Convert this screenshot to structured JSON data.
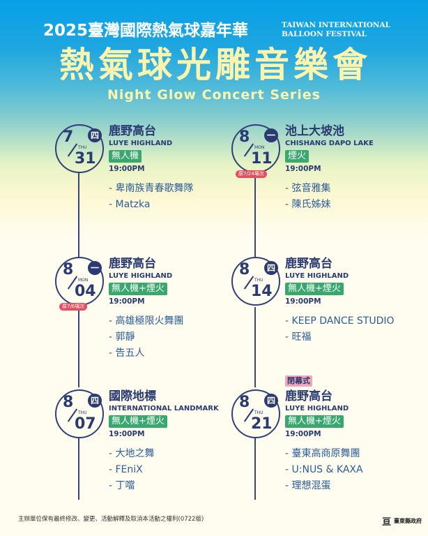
{
  "header": {
    "title_zh": "2025臺灣國際熱氣球嘉年華",
    "title_en_line1": "TAIWAN INTERNATIONAL",
    "title_en_line2": "BALLOON FESTIVAL",
    "main_title": "熱氣球光雕音樂會",
    "subtitle": "Night Glow Concert Series"
  },
  "events": [
    {
      "month": "7",
      "day": "31",
      "weekday_en": "THU",
      "weekday_zh": "四",
      "original_note": "",
      "closing_tag": "",
      "venue": "鹿野高台",
      "venue_en": "LUYE HIGHLAND",
      "show_type": "無人機",
      "time": "19:00PM",
      "performers": [
        "- 卑南族青春歌舞隊",
        "- Matzka"
      ]
    },
    {
      "month": "8",
      "day": "04",
      "weekday_en": "MON",
      "weekday_zh": "一",
      "original_note": "原7/6場次",
      "closing_tag": "",
      "venue": "鹿野高台",
      "venue_en": "LUYE HIGHLAND",
      "show_type": "無人機+煙火",
      "time": "19:00PM",
      "performers": [
        "- 高雄極限火舞團",
        "- 郭靜",
        "- 告五人"
      ]
    },
    {
      "month": "8",
      "day": "07",
      "weekday_en": "THU",
      "weekday_zh": "四",
      "original_note": "",
      "closing_tag": "",
      "venue": "國際地標",
      "venue_en": "INTERNATIONAL LANDMARK",
      "show_type": "無人機+煙火",
      "time": "19:00PM",
      "performers": [
        "- 大地之舞",
        "- FEniX",
        "- 丁噹"
      ]
    },
    {
      "month": "8",
      "day": "11",
      "weekday_en": "MON",
      "weekday_zh": "一",
      "original_note": "原7/24場次",
      "closing_tag": "",
      "venue": "池上大坡池",
      "venue_en": "CHISHANG DAPO LAKE",
      "show_type": "煙火",
      "time": "19:00PM",
      "performers": [
        "- 弦音雅集",
        "- 陳氏姊妹"
      ]
    },
    {
      "month": "8",
      "day": "14",
      "weekday_en": "THU",
      "weekday_zh": "四",
      "original_note": "",
      "closing_tag": "",
      "venue": "鹿野高台",
      "venue_en": "LUYE HIGHLAND",
      "show_type": "無人機+煙火",
      "time": "19:00PM",
      "performers": [
        "- KEEP DANCE STUDIO",
        "- 旺福"
      ]
    },
    {
      "month": "8",
      "day": "21",
      "weekday_en": "THU",
      "weekday_zh": "四",
      "original_note": "",
      "closing_tag": "閉幕式",
      "venue": "鹿野高台",
      "venue_en": "LUYE HIGHLAND",
      "show_type": "無人機+煙火",
      "time": "19:00PM",
      "performers": [
        "- 臺東高商原舞團",
        "- U:NUS & KAXA",
        "- 理想混蛋"
      ]
    }
  ],
  "footer": {
    "disclaimer": "主辦單位保有最終修改、變更、活動解釋及取消本活動之權利(0722版)",
    "logo_text": "臺東縣政府"
  },
  "colors": {
    "navy": "#2a3a72",
    "tag_green": "#39a86f",
    "performer_blue": "#2a5d9a",
    "note_red": "#e55060",
    "closing_pink": "#f1a6bc",
    "title_yellow": "#fdf5ae",
    "sky_blue": "#06a0e6"
  }
}
